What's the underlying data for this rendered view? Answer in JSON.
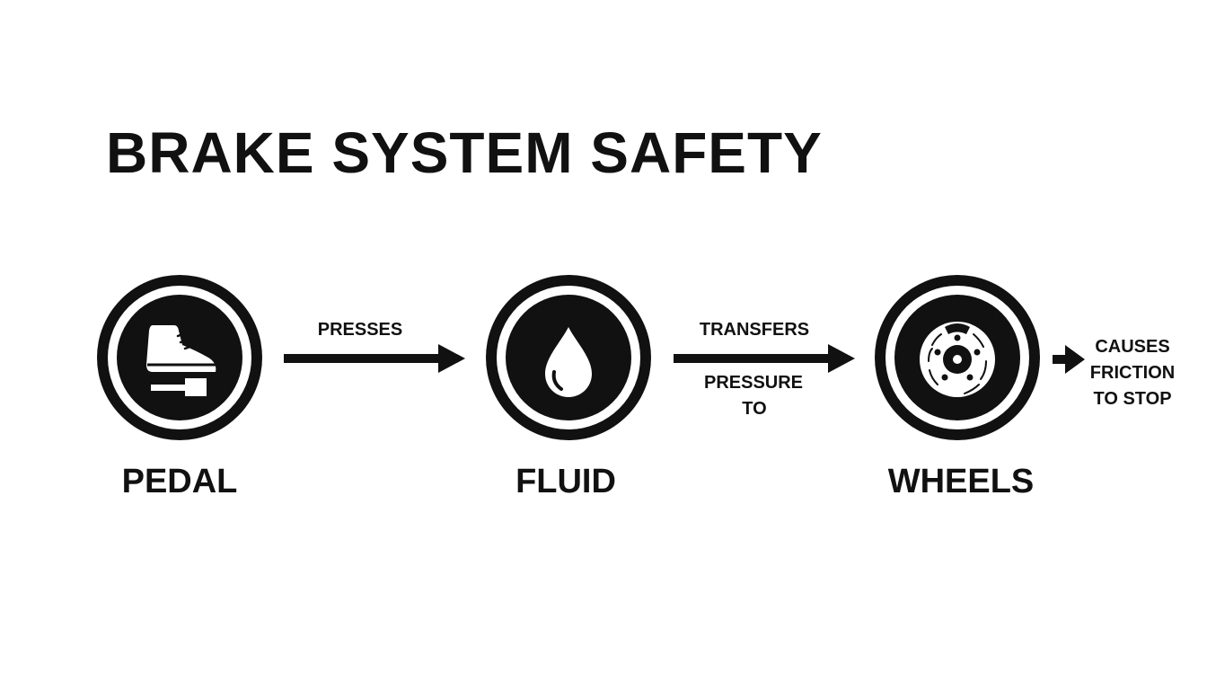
{
  "title": "BRAKE SYSTEM SAFETY",
  "colors": {
    "ink": "#111111",
    "background": "#ffffff"
  },
  "nodes": [
    {
      "label": "PEDAL",
      "icon": "boot-on-pedal-icon"
    },
    {
      "label": "FLUID",
      "icon": "fluid-drop-icon"
    },
    {
      "label": "WHEELS",
      "icon": "brake-disc-icon"
    }
  ],
  "connectors": [
    {
      "text": "PRESSES"
    },
    {
      "text_above": "TRANSFERS",
      "text_below_1": "PRESSURE",
      "text_below_2": "TO"
    },
    {
      "line1": "CAUSES",
      "line2": "FRICTION",
      "line3": "TO STOP"
    }
  ]
}
